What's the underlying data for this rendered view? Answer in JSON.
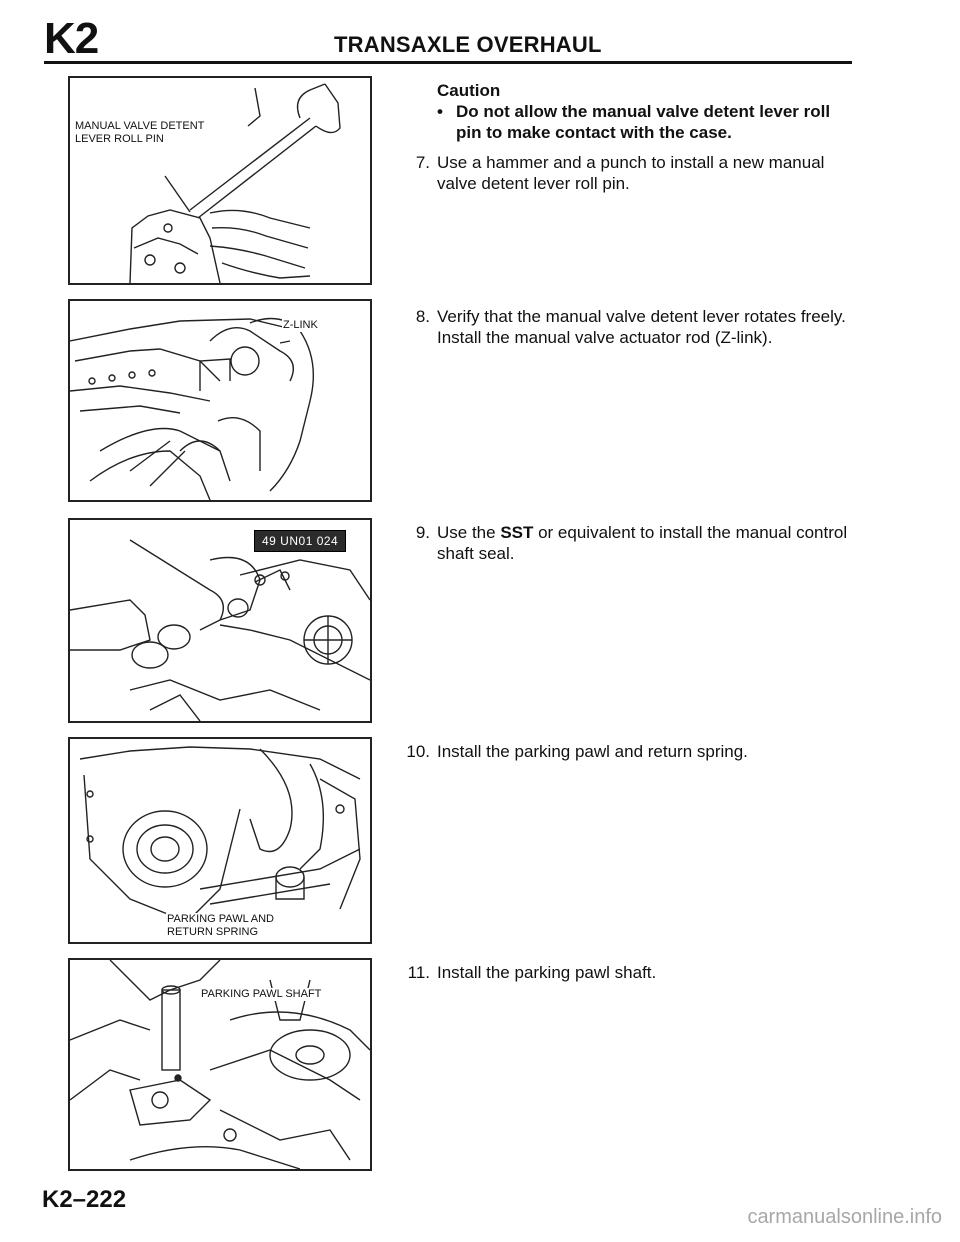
{
  "header": {
    "section_code": "K2",
    "section_title": "TRANSAXLE OVERHAUL"
  },
  "figures": {
    "fig1": {
      "label_line1": "MANUAL VALVE DETENT",
      "label_line2": "LEVER ROLL PIN"
    },
    "fig2": {
      "label": "Z-LINK"
    },
    "fig3": {
      "sst_number": "49 UN01 024"
    },
    "fig4": {
      "label_line1": "PARKING PAWL AND",
      "label_line2": "RETURN SPRING"
    },
    "fig5": {
      "label": "PARKING PAWL SHAFT"
    }
  },
  "caution": {
    "heading": "Caution",
    "bullet": "•",
    "text": "Do not allow the manual valve detent lever roll pin to make contact with the case."
  },
  "steps": [
    {
      "number": "7.",
      "text": "Use a hammer and a punch to install a new manual valve detent lever roll pin."
    },
    {
      "number": "8.",
      "text": "Verify that the manual valve detent lever rotates freely. Install the manual valve actuator rod (Z-link)."
    },
    {
      "number": "9.",
      "text_before": "Use the ",
      "text_bold": "SST",
      "text_after": " or equivalent to install the manual control shaft seal."
    },
    {
      "number": "10.",
      "text": "Install the parking pawl and return spring."
    },
    {
      "number": "11.",
      "text": "Install the parking pawl shaft."
    }
  ],
  "footer": {
    "page_number": "K2–222",
    "watermark": "carmanualsonline.info"
  }
}
